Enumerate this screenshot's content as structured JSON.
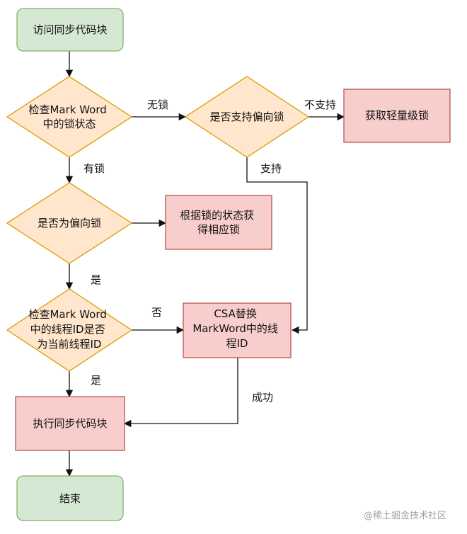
{
  "colors": {
    "terminal_fill": "#d5e8d4",
    "terminal_stroke": "#82b366",
    "decision_fill": "#ffe6cc",
    "decision_stroke": "#d79b00",
    "process_fill": "#f8cecc",
    "process_stroke": "#b85450",
    "edge": "#111111"
  },
  "nodes": {
    "start": {
      "lines": [
        "访问同步代码块"
      ]
    },
    "check_mark_word": {
      "lines": [
        "检查Mark Word",
        "中的锁状态"
      ]
    },
    "supports_biased": {
      "lines": [
        "是否支持偏向锁"
      ]
    },
    "acquire_lightweight": {
      "lines": [
        "获取轻量级锁"
      ]
    },
    "is_biased": {
      "lines": [
        "是否为偏向锁"
      ]
    },
    "by_lock_state": {
      "lines": [
        "根据锁的状态获",
        "得相应锁"
      ]
    },
    "check_thread_id": {
      "lines": [
        "检查Mark Word",
        "中的线程ID是否",
        "为当前线程ID"
      ]
    },
    "cas_replace": {
      "lines": [
        "CSA替换",
        "MarkWord中的线",
        "程ID"
      ]
    },
    "execute_sync": {
      "lines": [
        "执行同步代码块"
      ]
    },
    "end": {
      "lines": [
        "结束"
      ]
    }
  },
  "edge_labels": {
    "no_lock": "无锁",
    "has_lock": "有锁",
    "not_supported": "不支持",
    "supported": "支持",
    "yes_1": "是",
    "no": "否",
    "yes_2": "是",
    "success": "成功"
  },
  "watermark": "@稀土掘金技术社区"
}
